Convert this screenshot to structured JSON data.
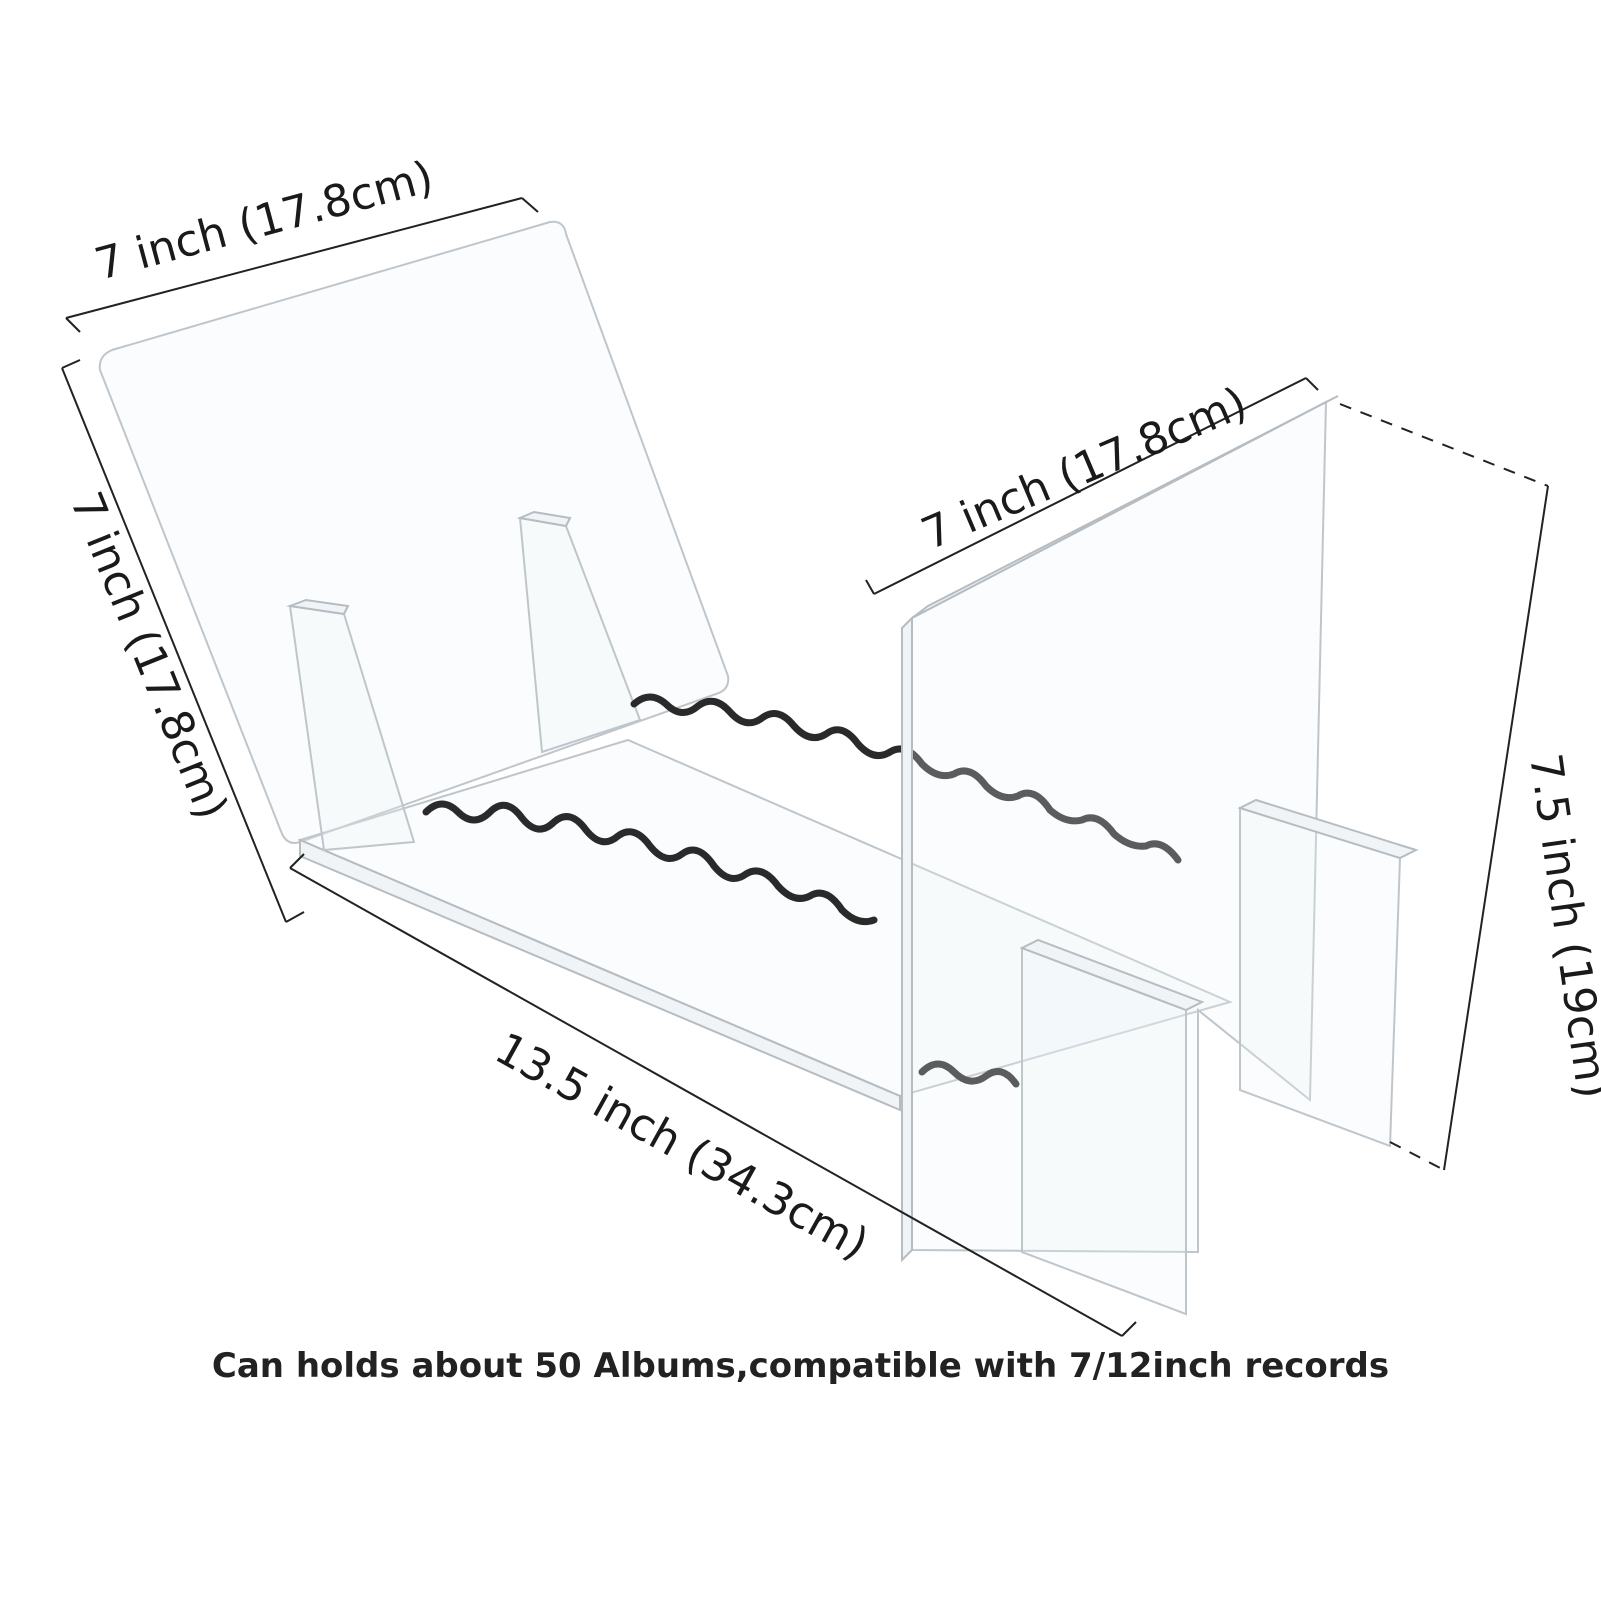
{
  "dimensions": {
    "back_top_width": "7 inch (17.8cm)",
    "back_height": "7 inch (17.8cm)",
    "front_width": "7 inch (17.8cm)",
    "front_height": "7.5 inch (19cm)",
    "base_length": "13.5 inch (34.3cm)"
  },
  "caption": "Can holds about 50 Albums,compatible with 7/12inch records"
}
